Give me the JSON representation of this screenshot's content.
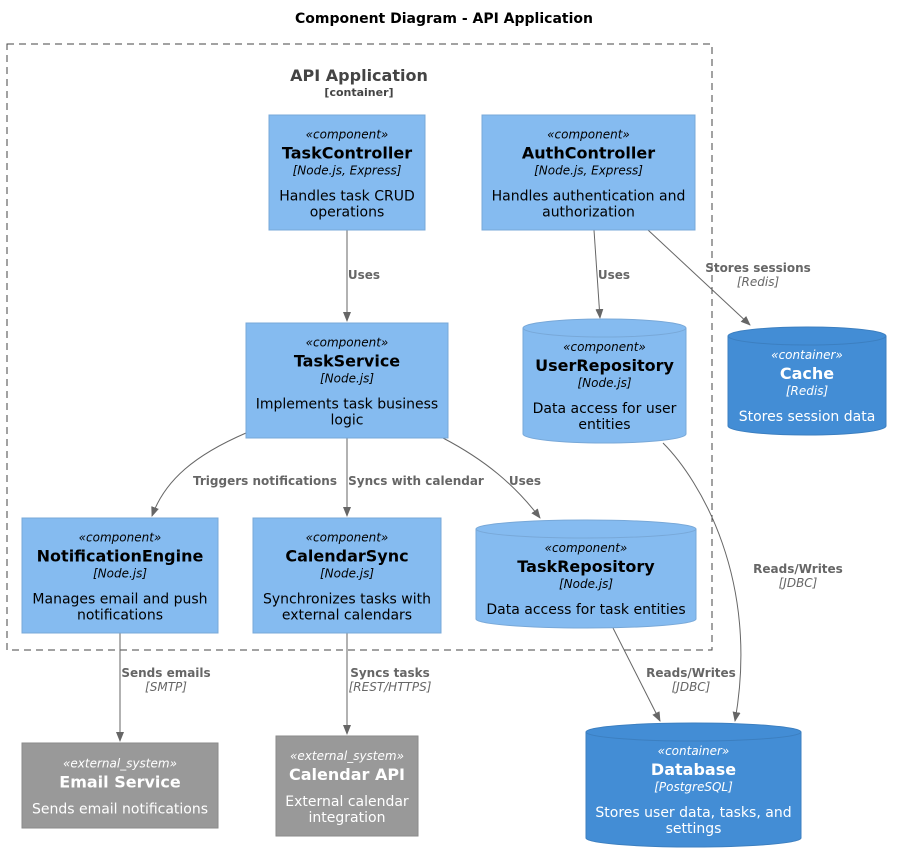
{
  "diagram": {
    "title": "Component Diagram - API Application",
    "boundary": {
      "name": "API Application",
      "type": "[container]"
    },
    "nodes": [
      {
        "id": "taskController",
        "stereotype": "«component»",
        "name": "TaskController",
        "tech": "[Node.js, Express]",
        "desc": [
          "Handles task CRUD",
          "operations"
        ]
      },
      {
        "id": "authController",
        "stereotype": "«component»",
        "name": "AuthController",
        "tech": "[Node.js, Express]",
        "desc": [
          "Handles authentication and",
          "authorization"
        ]
      },
      {
        "id": "taskService",
        "stereotype": "«component»",
        "name": "TaskService",
        "tech": "[Node.js]",
        "desc": [
          "Implements task business",
          "logic"
        ]
      },
      {
        "id": "userRepository",
        "stereotype": "«component»",
        "name": "UserRepository",
        "tech": "[Node.js]",
        "desc": [
          "Data access for user",
          "entities"
        ]
      },
      {
        "id": "cache",
        "stereotype": "«container»",
        "name": "Cache",
        "tech": "[Redis]",
        "desc": [
          "Stores session data"
        ]
      },
      {
        "id": "notificationEngine",
        "stereotype": "«component»",
        "name": "NotificationEngine",
        "tech": "[Node.js]",
        "desc": [
          "Manages email and push",
          "notifications"
        ]
      },
      {
        "id": "calendarSync",
        "stereotype": "«component»",
        "name": "CalendarSync",
        "tech": "[Node.js]",
        "desc": [
          "Synchronizes tasks with",
          "external calendars"
        ]
      },
      {
        "id": "taskRepository",
        "stereotype": "«component»",
        "name": "TaskRepository",
        "tech": "[Node.js]",
        "desc": [
          "Data access for task entities"
        ]
      },
      {
        "id": "emailService",
        "stereotype": "«external_system»",
        "name": "Email Service",
        "tech": "",
        "desc": [
          "Sends email notifications"
        ]
      },
      {
        "id": "calendarApi",
        "stereotype": "«external_system»",
        "name": "Calendar API",
        "tech": "",
        "desc": [
          "External calendar",
          "integration"
        ]
      },
      {
        "id": "database",
        "stereotype": "«container»",
        "name": "Database",
        "tech": "[PostgreSQL]",
        "desc": [
          "Stores user data, tasks, and",
          "settings"
        ]
      }
    ],
    "edges": [
      {
        "id": "e1",
        "from": "taskController",
        "to": "taskService",
        "label": "Uses",
        "tech": ""
      },
      {
        "id": "e2",
        "from": "authController",
        "to": "userRepository",
        "label": "Uses",
        "tech": ""
      },
      {
        "id": "e3",
        "from": "authController",
        "to": "cache",
        "label": "Stores sessions",
        "tech": "[Redis]"
      },
      {
        "id": "e4",
        "from": "taskService",
        "to": "notificationEngine",
        "label": "Triggers notifications",
        "tech": ""
      },
      {
        "id": "e5",
        "from": "taskService",
        "to": "calendarSync",
        "label": "Syncs with calendar",
        "tech": ""
      },
      {
        "id": "e6",
        "from": "taskService",
        "to": "taskRepository",
        "label": "Uses",
        "tech": ""
      },
      {
        "id": "e7",
        "from": "userRepository",
        "to": "database",
        "label": "Reads/Writes",
        "tech": "[JDBC]"
      },
      {
        "id": "e8",
        "from": "taskRepository",
        "to": "database",
        "label": "Reads/Writes",
        "tech": "[JDBC]"
      },
      {
        "id": "e9",
        "from": "notificationEngine",
        "to": "emailService",
        "label": "Sends emails",
        "tech": "[SMTP]"
      },
      {
        "id": "e10",
        "from": "calendarSync",
        "to": "calendarApi",
        "label": "Syncs tasks",
        "tech": "[REST/HTTPS]"
      }
    ],
    "colors": {
      "component": "#85bbf0",
      "container": "#438dd5",
      "external": "#999999",
      "edge": "#666666",
      "boundary": "#444444"
    }
  }
}
